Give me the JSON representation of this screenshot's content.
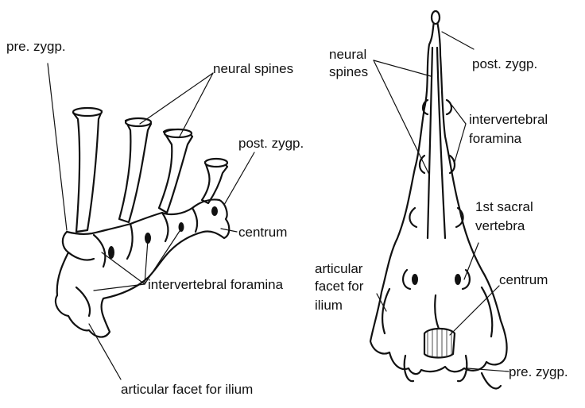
{
  "left_view": {
    "labels": {
      "pre_zygp": "pre. zygp.",
      "neural_spines": "neural spines",
      "post_zygp": "post. zygp.",
      "centrum": "centrum",
      "intervertebral_foramina": "intervertebral foramina",
      "articular_facet": "articular facet for ilium"
    }
  },
  "right_view": {
    "labels": {
      "neural_spines_1": "neural",
      "neural_spines_2": "spines",
      "post_zygp": "post. zygp.",
      "intervertebral_foramina_1": "intervertebral",
      "intervertebral_foramina_2": "foramina",
      "sacral_1": "1st sacral",
      "sacral_2": "vertebra",
      "articular_1": "articular",
      "articular_2": "facet for",
      "articular_3": "ilium",
      "centrum": "centrum",
      "pre_zygp": "pre. zygp."
    }
  }
}
